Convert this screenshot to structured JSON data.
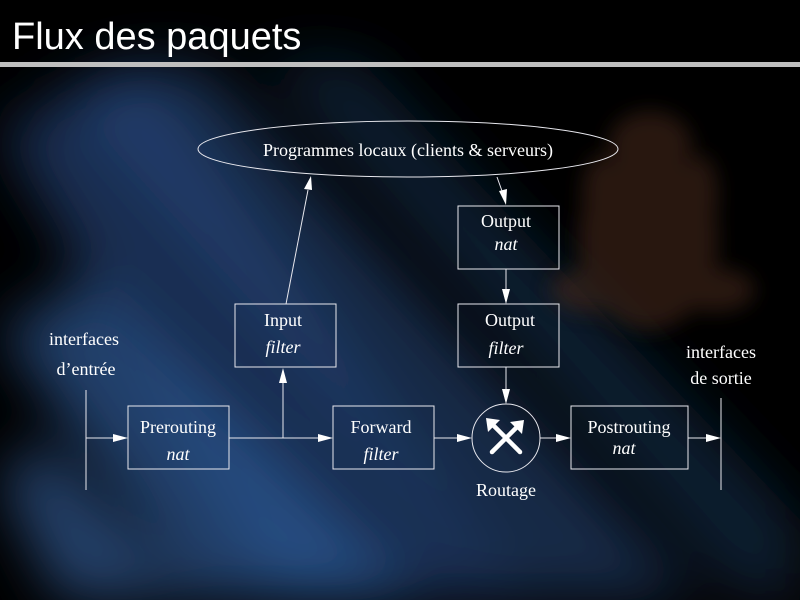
{
  "slide": {
    "title": "Flux des paquets"
  },
  "diagram": {
    "local_programs": "Programmes locaux (clients & serveurs)",
    "input_interfaces": [
      "interfaces",
      "d’entrée"
    ],
    "output_interfaces": [
      "interfaces",
      "de sortie"
    ],
    "boxes": {
      "prerouting": {
        "name": "Prerouting",
        "table": "nat"
      },
      "input": {
        "name": "Input",
        "table": "filter"
      },
      "forward": {
        "name": "Forward",
        "table": "filter"
      },
      "output_nat": {
        "name": "Output",
        "table": "nat"
      },
      "output_filter": {
        "name": "Output",
        "table": "filter"
      },
      "postrouting": {
        "name": "Postrouting",
        "table": "nat"
      }
    },
    "router_label": "Routage"
  },
  "colors": {
    "background": "#000000",
    "streak": "#2a4f86",
    "line": "#e8e8ee",
    "text": "#ffffff"
  },
  "icons": {
    "router": "router-crossed-arrows-icon",
    "watermark": "tux-penguin-icon"
  }
}
